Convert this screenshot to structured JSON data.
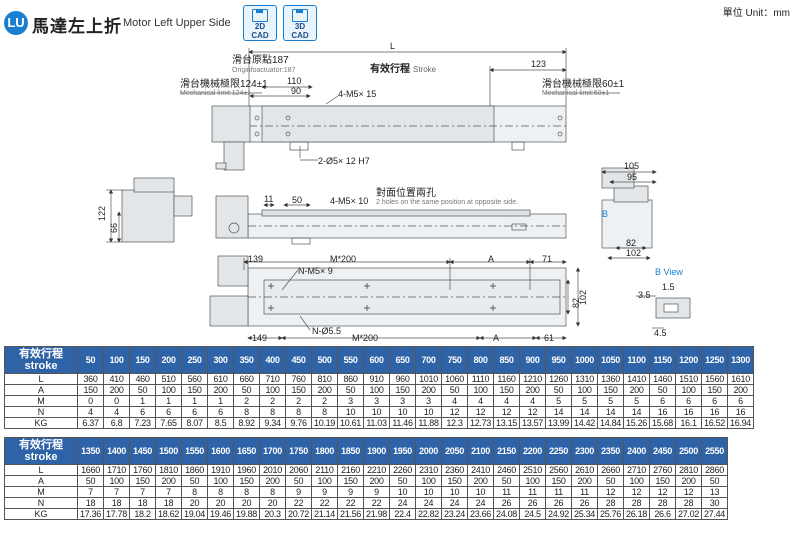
{
  "header": {
    "badge": "LU",
    "title_zh": "馬達左上折",
    "title_en": "Motor Left Upper Side",
    "cad_2d": "2D\nCAD",
    "cad_3d": "3D\nCAD",
    "unit": "單位 Unit：mm"
  },
  "drawing": {
    "L": "L",
    "stroke_zh": "有效行程",
    "stroke_en": "Stroke",
    "d123": "123",
    "origin_zh": "滑台原點187",
    "origin_en": "Originfoactuator:187",
    "mech_left_zh": "滑台機械極限124±1",
    "mech_left_en": "Mechanical limit:124±1",
    "mech_right_zh": "滑台機械極限60±1",
    "mech_right_en": "Mechanical limit:60±1",
    "d110": "110",
    "d90": "90",
    "m5_15": "4-M5× 15",
    "pin": "2-Ø5× 12 H7",
    "d122": "122",
    "d66": "66",
    "d11": "11",
    "d50": "50",
    "m5_10": "4-M5× 10",
    "opp_zh": "對面位置兩孔",
    "opp_en": "2 holes on the same position at opposite side.",
    "d105": "105",
    "d95": "95",
    "d82a": "82",
    "d102a": "102",
    "b_mark": "B",
    "bview": "B View",
    "d1_5": "1.5",
    "d3_5": "3.5",
    "d4_5": "4.5",
    "d139": "139",
    "m200a": "M*200",
    "A1": "A",
    "d71": "71",
    "nm5": "N-M5× 9",
    "d82b": "82",
    "d102b": "102",
    "d149": "149",
    "nphi": "N-Ø5.5",
    "m200b": "M*200",
    "A2": "A",
    "d61": "61"
  },
  "table1": {
    "header_zh": "有效行程",
    "header_en": "stroke",
    "strokes": [
      "50",
      "100",
      "150",
      "200",
      "250",
      "300",
      "350",
      "400",
      "450",
      "500",
      "550",
      "600",
      "650",
      "700",
      "750",
      "800",
      "850",
      "900",
      "950",
      "1000",
      "1050",
      "1100",
      "1150",
      "1200",
      "1250",
      "1300"
    ],
    "rows": [
      {
        "label": "L",
        "values": [
          "360",
          "410",
          "460",
          "510",
          "560",
          "610",
          "660",
          "710",
          "760",
          "810",
          "860",
          "910",
          "960",
          "1010",
          "1060",
          "1110",
          "1160",
          "1210",
          "1260",
          "1310",
          "1360",
          "1410",
          "1460",
          "1510",
          "1560",
          "1610"
        ]
      },
      {
        "label": "A",
        "values": [
          "150",
          "200",
          "50",
          "100",
          "150",
          "200",
          "50",
          "100",
          "150",
          "200",
          "50",
          "100",
          "150",
          "200",
          "50",
          "100",
          "150",
          "200",
          "50",
          "100",
          "150",
          "200",
          "50",
          "100",
          "150",
          "200"
        ]
      },
      {
        "label": "M",
        "values": [
          "0",
          "0",
          "1",
          "1",
          "1",
          "1",
          "2",
          "2",
          "2",
          "2",
          "3",
          "3",
          "3",
          "3",
          "4",
          "4",
          "4",
          "4",
          "5",
          "5",
          "5",
          "5",
          "6",
          "6",
          "6",
          "6"
        ]
      },
      {
        "label": "N",
        "values": [
          "4",
          "4",
          "6",
          "6",
          "6",
          "6",
          "8",
          "8",
          "8",
          "8",
          "10",
          "10",
          "10",
          "10",
          "12",
          "12",
          "12",
          "12",
          "14",
          "14",
          "14",
          "14",
          "16",
          "16",
          "16",
          "16"
        ]
      },
      {
        "label": "KG",
        "values": [
          "6.37",
          "6.8",
          "7.23",
          "7.65",
          "8.07",
          "8.5",
          "8.92",
          "9.34",
          "9.76",
          "10.19",
          "10.61",
          "11.03",
          "11.46",
          "11.88",
          "12.3",
          "12.73",
          "13.15",
          "13.57",
          "13.99",
          "14.42",
          "14.84",
          "15.26",
          "15.68",
          "16.1",
          "16.52",
          "16.94"
        ]
      }
    ]
  },
  "table2": {
    "header_zh": "有效行程",
    "header_en": "stroke",
    "strokes": [
      "1350",
      "1400",
      "1450",
      "1500",
      "1550",
      "1600",
      "1650",
      "1700",
      "1750",
      "1800",
      "1850",
      "1900",
      "1950",
      "2000",
      "2050",
      "2100",
      "2150",
      "2200",
      "2250",
      "2300",
      "2350",
      "2400",
      "2450",
      "2500",
      "2550"
    ],
    "rows": [
      {
        "label": "L",
        "values": [
          "1660",
          "1710",
          "1760",
          "1810",
          "1860",
          "1910",
          "1960",
          "2010",
          "2060",
          "2110",
          "2160",
          "2210",
          "2260",
          "2310",
          "2360",
          "2410",
          "2460",
          "2510",
          "2560",
          "2610",
          "2660",
          "2710",
          "2760",
          "2810",
          "2860"
        ]
      },
      {
        "label": "A",
        "values": [
          "50",
          "100",
          "150",
          "200",
          "50",
          "100",
          "150",
          "200",
          "50",
          "100",
          "150",
          "200",
          "50",
          "100",
          "150",
          "200",
          "50",
          "100",
          "150",
          "200",
          "50",
          "100",
          "150",
          "200",
          "50"
        ]
      },
      {
        "label": "M",
        "values": [
          "7",
          "7",
          "7",
          "7",
          "8",
          "8",
          "8",
          "8",
          "9",
          "9",
          "9",
          "9",
          "10",
          "10",
          "10",
          "10",
          "11",
          "11",
          "11",
          "11",
          "12",
          "12",
          "12",
          "12",
          "13"
        ]
      },
      {
        "label": "N",
        "values": [
          "18",
          "18",
          "18",
          "18",
          "20",
          "20",
          "20",
          "20",
          "22",
          "22",
          "22",
          "22",
          "24",
          "24",
          "24",
          "24",
          "26",
          "26",
          "26",
          "26",
          "28",
          "28",
          "28",
          "28",
          "30"
        ]
      },
      {
        "label": "KG",
        "values": [
          "17.36",
          "17.78",
          "18.2",
          "18.62",
          "19.04",
          "19.46",
          "19.88",
          "20.3",
          "20.72",
          "21.14",
          "21.56",
          "21.98",
          "22.4",
          "22.82",
          "23.24",
          "23.66",
          "24.08",
          "24.5",
          "24.92",
          "25.34",
          "25.76",
          "26.18",
          "26.6",
          "27.02",
          "27.44"
        ]
      }
    ]
  }
}
